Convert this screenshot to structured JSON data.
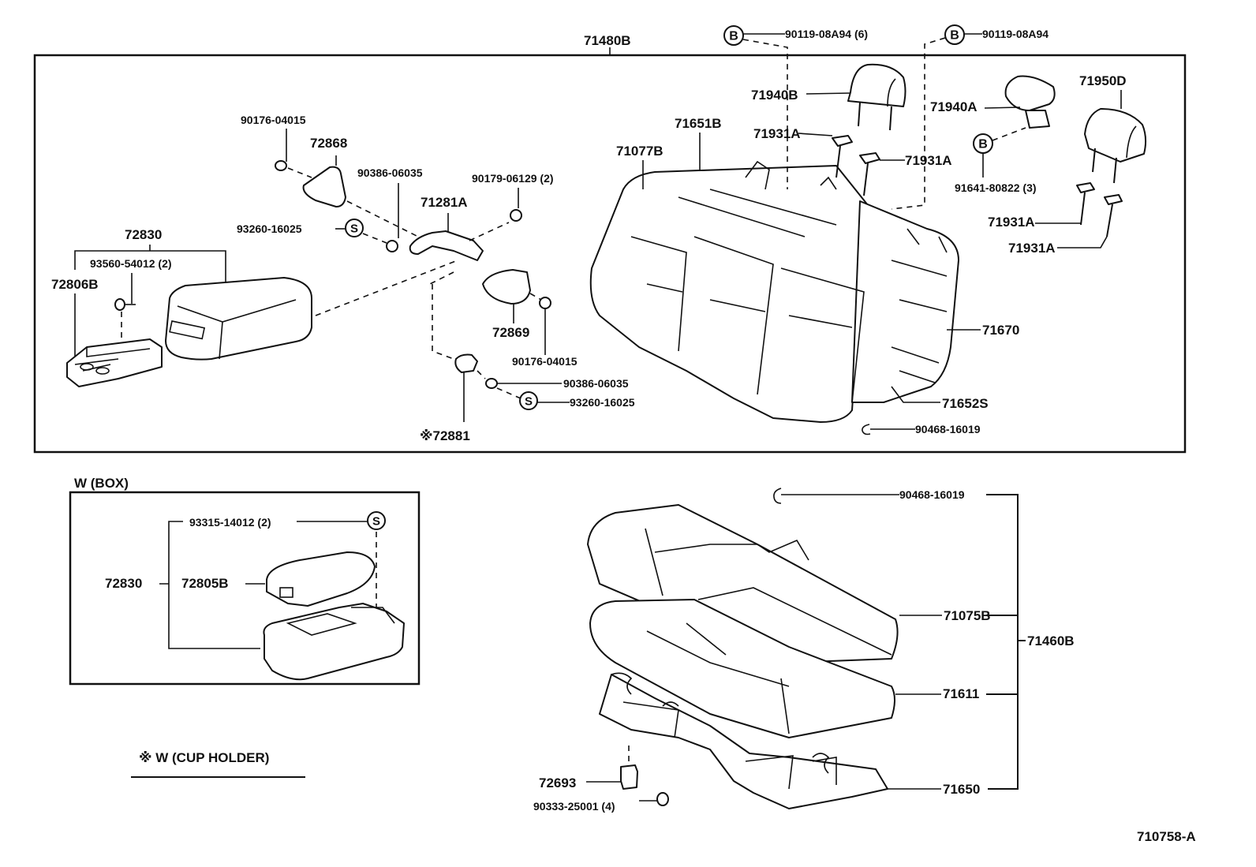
{
  "diagram": {
    "drawing_number": "710758-A",
    "assembly_labels": {
      "seatback_assembly": "71480B",
      "cushion_assembly": "71460B"
    },
    "main_panel": {
      "labels": {
        "p90176_top": "90176-04015",
        "p72868": "72868",
        "p90386_top": "90386-06035",
        "p90179": "90179-06129 (2)",
        "p71281A": "71281A",
        "p93260_top": "93260-16025",
        "p72830": "72830",
        "p93560": "93560-54012 (2)",
        "p72806B": "72806B",
        "p72869": "72869",
        "p90176_bottom": "90176-04015",
        "p90386_bottom": "90386-06035",
        "p93260_bottom": "93260-16025",
        "p72881": "※72881",
        "p90119_left": "90119-08A94 (6)",
        "p90119_right": "90119-08A94",
        "p71940B": "71940B",
        "p71651B": "71651B",
        "p71077B": "71077B",
        "p71931A_1": "71931A",
        "p71931A_2": "71931A",
        "p71940A": "71940A",
        "p71950D": "71950D",
        "p91641": "91641-80822 (3)",
        "p71931A_3": "71931A",
        "p71931A_4": "71931A",
        "p71670": "71670",
        "p71652S": "71652S",
        "p90468_top": "90468-16019"
      },
      "callout_symbols": {
        "s_symbol": "S",
        "b_symbol": "B"
      }
    },
    "box_panel": {
      "title": "W (BOX)",
      "labels": {
        "p93315": "93315-14012 (2)",
        "p72830": "72830",
        "p72805B": "72805B"
      }
    },
    "cup_holder_note": "※ W (CUP  HOLDER)",
    "cushion_section": {
      "labels": {
        "p90468": "90468-16019",
        "p71075B": "71075B",
        "p71611": "71611",
        "p71650": "71650",
        "p72693": "72693",
        "p90333": "90333-25001 (4)"
      }
    }
  }
}
